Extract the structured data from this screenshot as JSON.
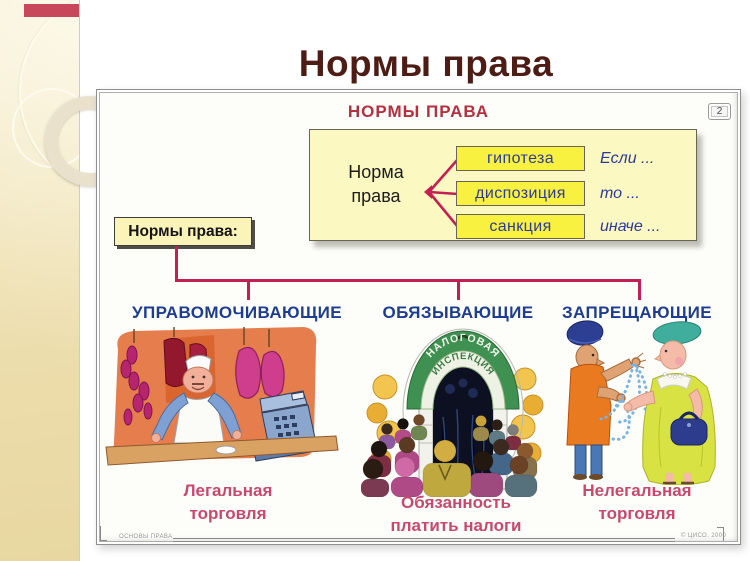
{
  "slide": {
    "title": "Нормы права"
  },
  "poster": {
    "header": "НОРМЫ ПРАВА",
    "page_number": "2",
    "scheme": {
      "subject_line1": "Норма",
      "subject_line2": "права",
      "parts": [
        {
          "label": "гипотеза",
          "condition": "Если ..."
        },
        {
          "label": "диспозиция",
          "condition": "то ..."
        },
        {
          "label": "санкция",
          "condition": "иначе ..."
        }
      ]
    },
    "norms_label": "Нормы права:",
    "categories": [
      {
        "name": "УПРАВОМОЧИВАЮЩИЕ",
        "caption_line1": "Легальная",
        "caption_line2": "торговля",
        "illustration": "legal-trade-butcher-shop"
      },
      {
        "name": "ОБЯЗЫВАЮЩИЕ",
        "caption_line1": "Обязанность",
        "caption_line2": "платить налоги",
        "illustration": "crowd-at-tax-inspection"
      },
      {
        "name": "ЗАПРЕЩАЮЩИЕ",
        "caption_line1": "Нелегальная",
        "caption_line2": "торговля",
        "illustration": "illegal-street-bead-trade"
      }
    ],
    "tax_sign": {
      "line1": "НАЛОГОВАЯ",
      "line2": "ИНСПЕКЦИЯ"
    },
    "footer": {
      "left": "ОСНОВЫ ПРАВА",
      "right": "© ЦИСО, 2000"
    }
  },
  "colors": {
    "title_maroon": "#4c1c15",
    "header_red": "#b5303f",
    "tree_crimson": "#c41f52",
    "category_blue": "#1d3d92",
    "label_blue": "#2b3a9c",
    "caption_pink": "#c7496f",
    "scheme_yellow": "#fbf8c2",
    "box_yellow": "#f8f140",
    "sign_green": "#3f9152",
    "strip_beige": "#eee0b2",
    "accent_rect_red": "#c9475a"
  }
}
